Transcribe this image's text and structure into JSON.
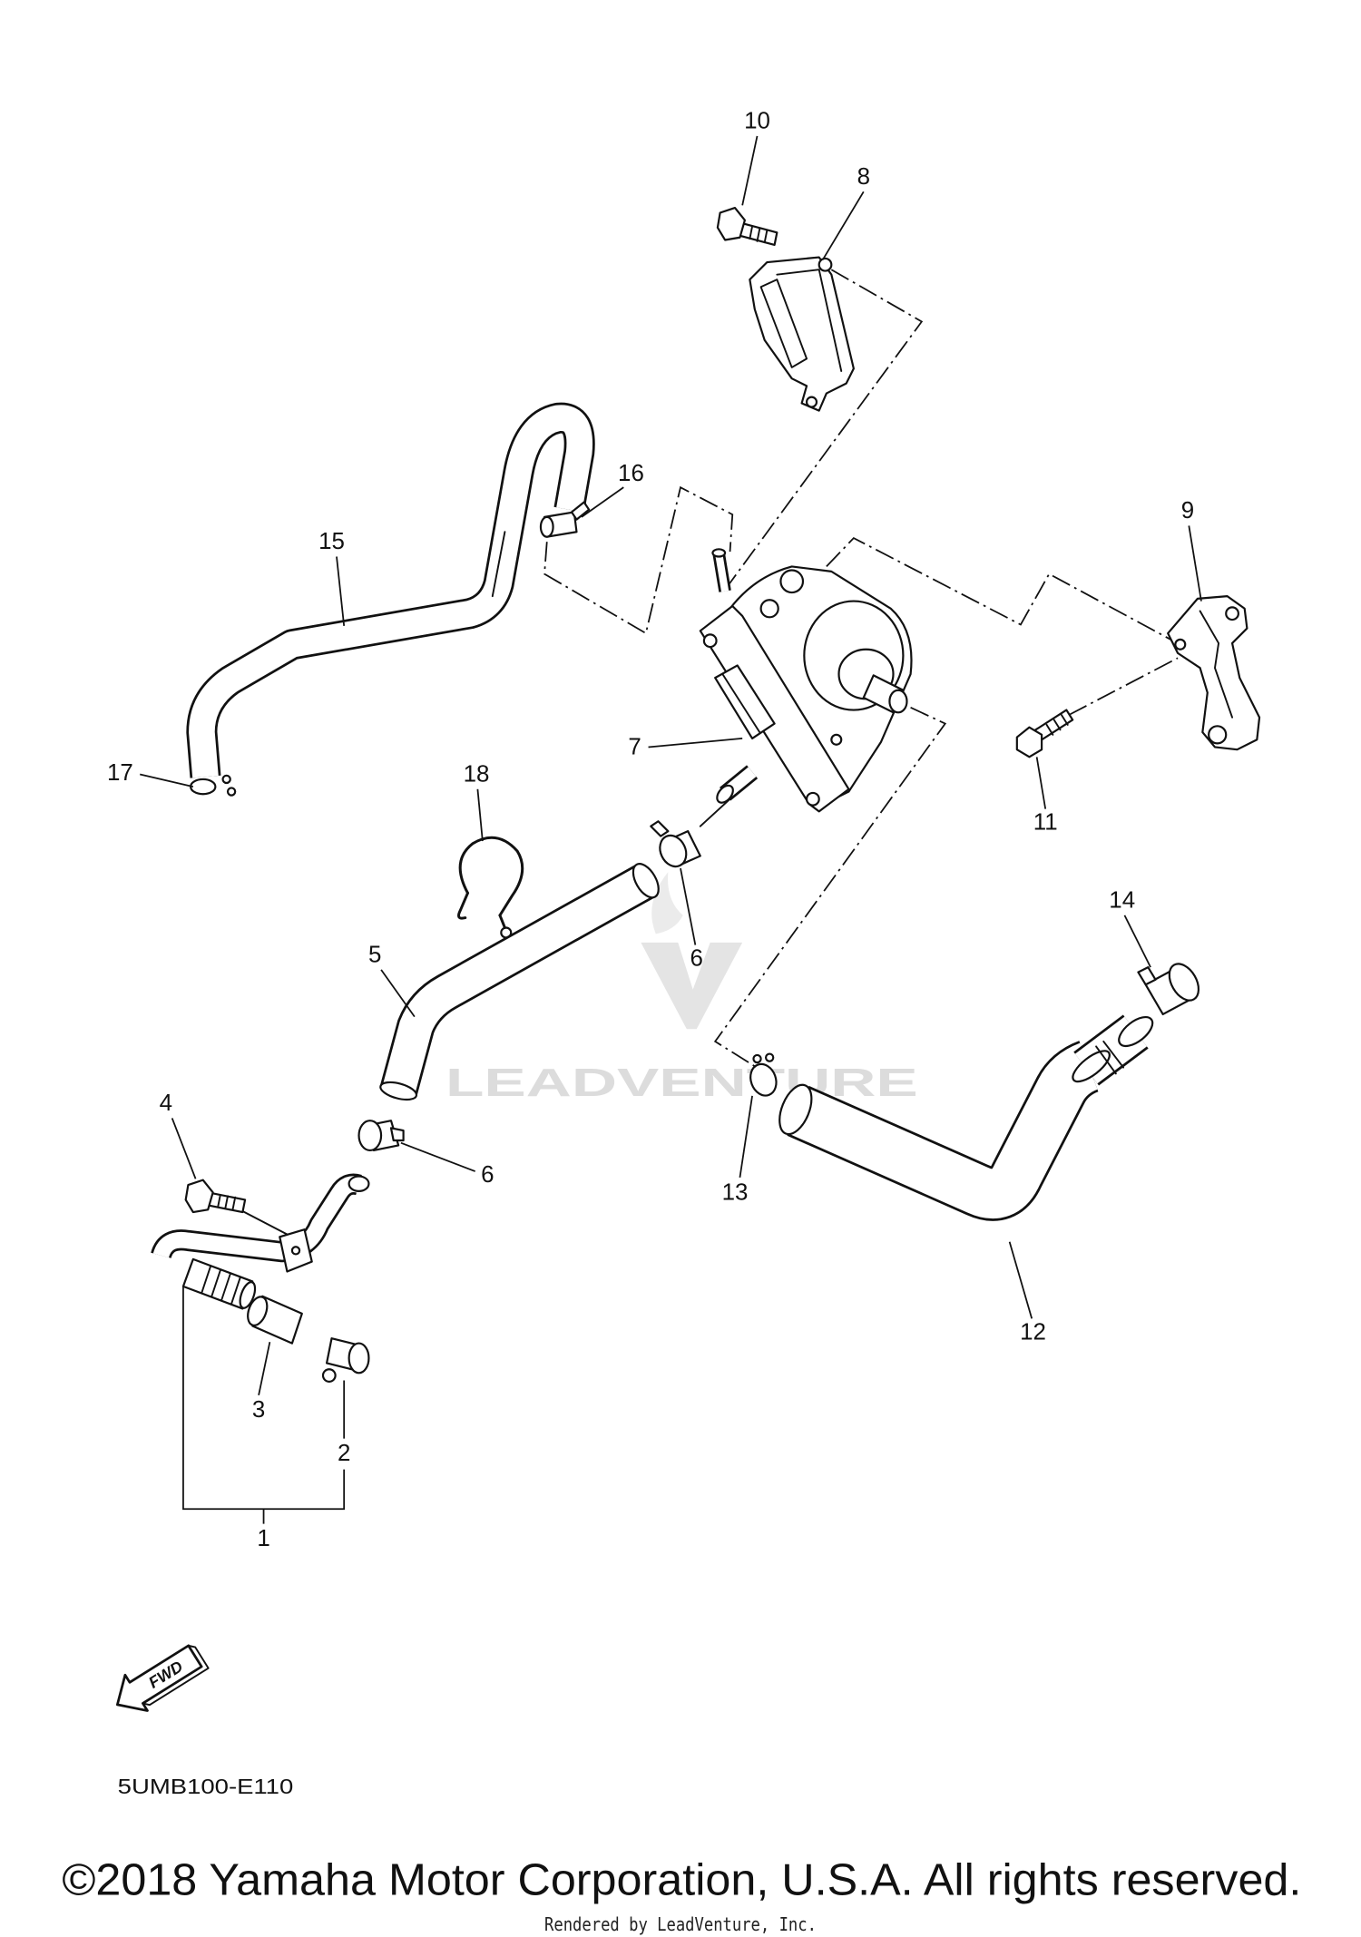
{
  "diagram": {
    "callouts": [
      "10",
      "8",
      "16",
      "15",
      "9",
      "7",
      "17",
      "18",
      "11",
      "14",
      "5",
      "6",
      "4",
      "6",
      "13",
      "12",
      "3",
      "2",
      "1"
    ],
    "code": "5UMB100-E110",
    "fwd_label": "FWD",
    "watermark": "LEADVENTURE",
    "copyright": "©2018 Yamaha Motor Corporation, U.S.A. All rights reserved.",
    "rendered_by": "Rendered by LeadVenture, Inc."
  }
}
